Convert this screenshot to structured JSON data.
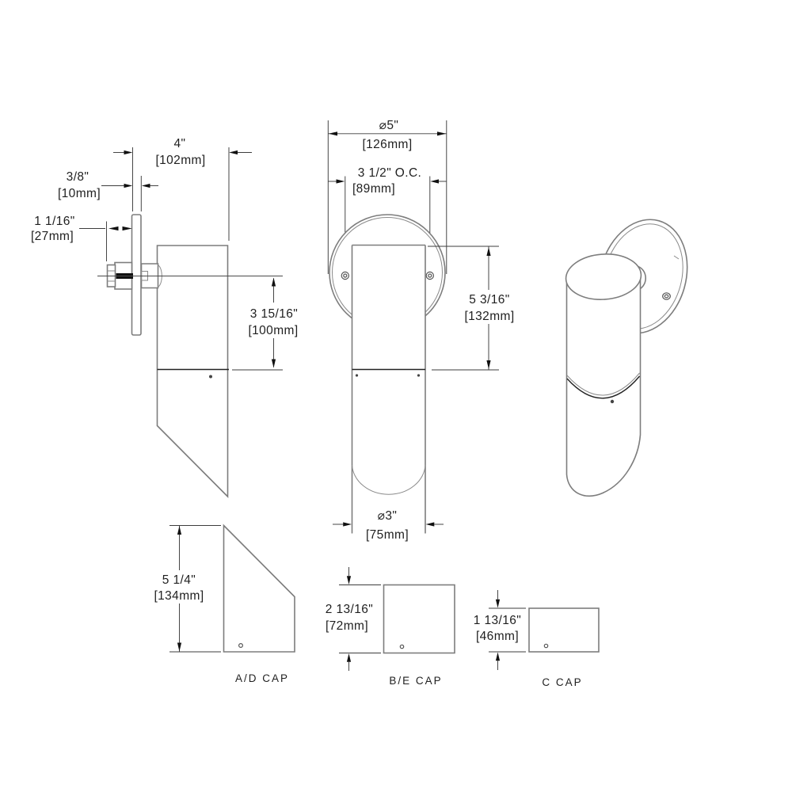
{
  "title": "wall sconce dimension drawing",
  "colors": {
    "background": "#ffffff",
    "object_line": "#7d7d7d",
    "dark_line": "#222222",
    "dimension_line": "#3d3d3d",
    "text": "#1f1f1f"
  },
  "side_view": {
    "width_in": "4\"",
    "width_mm": "[102mm]",
    "plate_in": "3/8\"",
    "plate_mm": "[10mm]",
    "proj_in": "1 1/16\"",
    "proj_mm": "[27mm]",
    "seam_in": "3 15/16\"",
    "seam_mm": "[100mm]"
  },
  "front_view": {
    "dia_in": "⌀5\"",
    "dia_mm": "[126mm]",
    "oc_in": "3 1/2\"  O.C.",
    "oc_mm": "[89mm]",
    "height_in": "5 3/16\"",
    "height_mm": "[132mm]",
    "body_dia_in": "⌀3\"",
    "body_dia_mm": "[75mm]"
  },
  "caps": [
    {
      "label": "A/D CAP",
      "dim_in": "5 1/4\"",
      "dim_mm": "[134mm]"
    },
    {
      "label": "B/E CAP",
      "dim_in": "2 13/16\"",
      "dim_mm": "[72mm]"
    },
    {
      "label": "C CAP",
      "dim_in": "1 13/16\"",
      "dim_mm": "[46mm]"
    }
  ]
}
